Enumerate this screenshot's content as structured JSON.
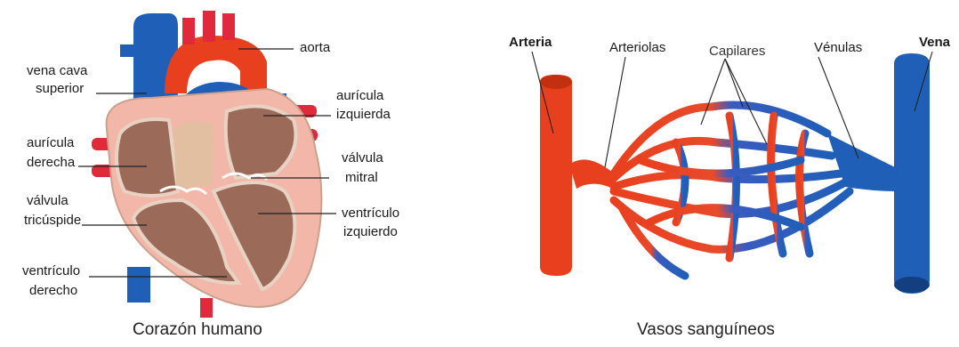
{
  "heart": {
    "caption": "Corazón humano",
    "labels": {
      "aorta": "aorta",
      "vena_cava_1": "vena cava",
      "vena_cava_2": "superior",
      "auricula_izq_1": "aurícula",
      "auricula_izq_2": "izquierda",
      "auricula_der_1": "aurícula",
      "auricula_der_2": "derecha",
      "valvula_mitral_1": "válvula",
      "valvula_mitral_2": "mitral",
      "valvula_tric_1": "válvula",
      "valvula_tric_2": "tricúspide",
      "ventriculo_izq_1": "ventrículo",
      "ventriculo_izq_2": "izquierdo",
      "ventriculo_der_1": "ventrículo",
      "ventriculo_der_2": "derecho"
    }
  },
  "vessels": {
    "caption": "Vasos sanguíneos",
    "labels": {
      "arteria": "Arteria",
      "arteriolas": "Arteriolas",
      "capilares": "Capilares",
      "venulas": "Vénulas",
      "vena": "Vena"
    }
  },
  "colors": {
    "artery_red": "#e8401f",
    "vein_blue": "#1f5fb8",
    "muscle_brown": "#9b6a58",
    "tissue_pink": "#f2b7a8"
  }
}
